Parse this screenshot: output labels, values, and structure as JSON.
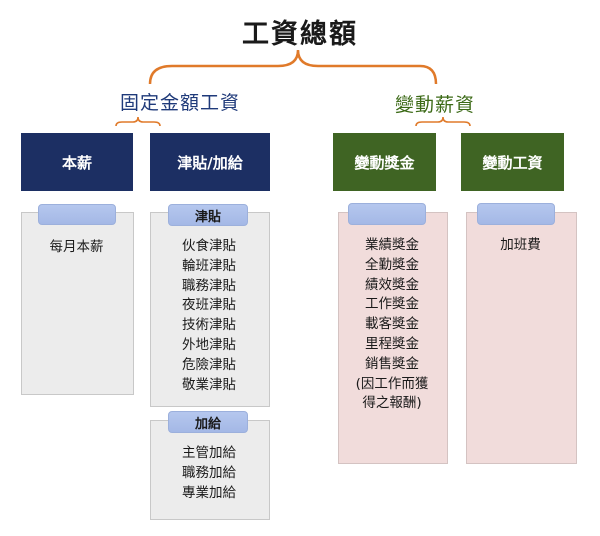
{
  "title": "工資總額",
  "fixed": {
    "label": "固定金額工資",
    "base": {
      "header": "本薪",
      "items": [
        "每月本薪"
      ]
    },
    "allowance": {
      "header": "津貼/加給",
      "subsidy": {
        "tab": "津貼",
        "items": [
          "伙食津貼",
          "輪班津貼",
          "職務津貼",
          "夜班津貼",
          "技術津貼",
          "外地津貼",
          "危險津貼",
          "敬業津貼"
        ]
      },
      "extra": {
        "tab": "加給",
        "items": [
          "主管加給",
          "職務加給",
          "專業加給"
        ]
      }
    }
  },
  "variable": {
    "label": "變動薪資",
    "bonus": {
      "header": "變動獎金",
      "items": [
        "業績獎金",
        "全勤獎金",
        "績效獎金",
        "工作獎金",
        "載客獎金",
        "里程獎金",
        "銷售獎金",
        "(因工作而獲",
        "得之報酬)"
      ]
    },
    "wage": {
      "header": "變動工資",
      "items": [
        "加班費"
      ]
    }
  },
  "colors": {
    "brace": "#e07a2a",
    "navy": "#1c2f63",
    "green": "#3f6423",
    "tab": "#a9bce8",
    "gray_panel": "#ececec",
    "pink_panel": "#f1dcdb"
  }
}
